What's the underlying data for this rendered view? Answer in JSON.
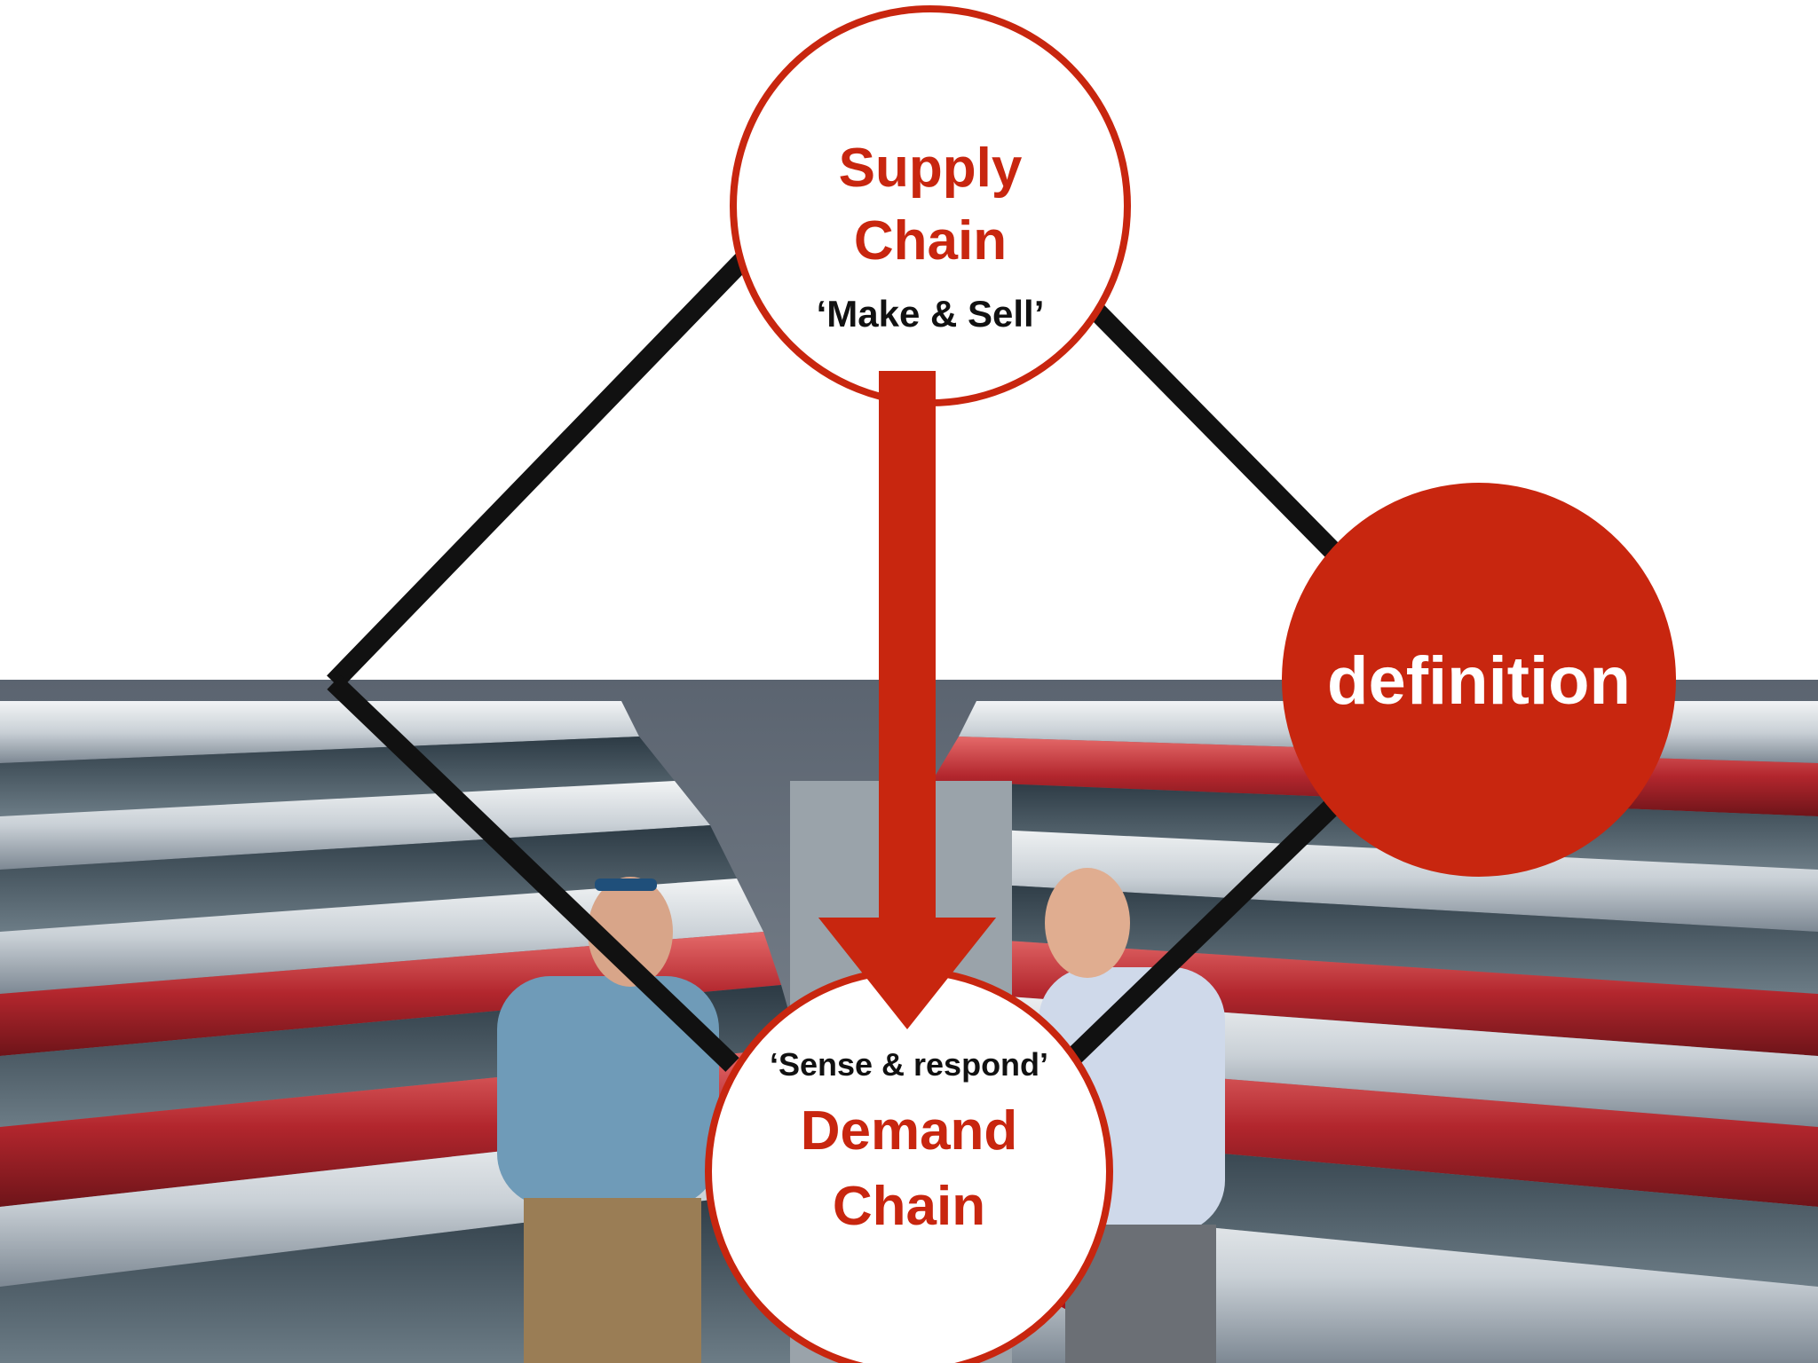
{
  "diagram": {
    "top_node": {
      "title_line1": "Supply",
      "title_line2": "Chain",
      "subtitle": "‘Make & Sell’"
    },
    "bottom_node": {
      "subtitle": "‘Sense & respond’",
      "title_line1": "Demand",
      "title_line2": "Chain"
    },
    "side_node": {
      "label": "definition"
    },
    "arrow": {
      "from": "Supply Chain",
      "to": "Demand Chain"
    },
    "colors": {
      "accent_red": "#c8260f",
      "outline": "#111111",
      "node_fill": "#ffffff"
    }
  },
  "background_photo": {
    "description_icon": "car-dealership-photo"
  }
}
